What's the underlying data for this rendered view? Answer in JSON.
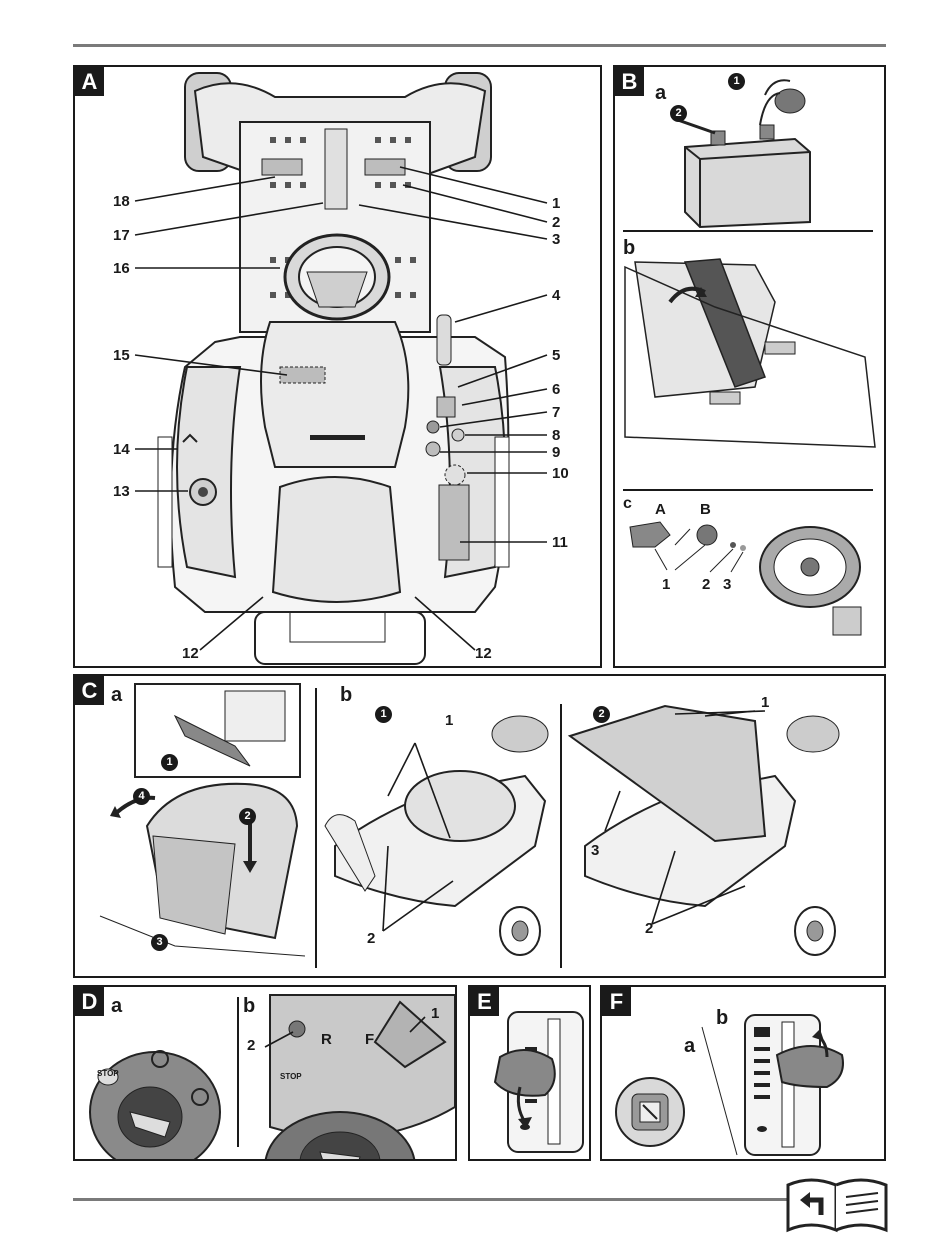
{
  "panels": {
    "A": {
      "label": "A",
      "callouts_left": [
        "18",
        "17",
        "16",
        "15",
        "14",
        "13",
        "12"
      ],
      "callouts_right": [
        "1",
        "2",
        "3",
        "4",
        "5",
        "6",
        "7",
        "8",
        "9",
        "10",
        "11",
        "12"
      ]
    },
    "B": {
      "label": "B",
      "sub_a": "a",
      "sub_b": "b",
      "sub_c": "c",
      "a_markers": [
        "1",
        "2"
      ],
      "c_parts": [
        "A",
        "B"
      ],
      "c_callouts": [
        "1",
        "2",
        "3"
      ]
    },
    "C": {
      "label": "C",
      "sub_a": "a",
      "sub_b": "b",
      "a_markers": [
        "1",
        "2",
        "3",
        "4"
      ],
      "b_step1": "1",
      "b_step2": "2",
      "b1_callouts": [
        "1",
        "2"
      ],
      "b2_callouts": [
        "1",
        "2",
        "3"
      ]
    },
    "D": {
      "label": "D",
      "sub_a": "a",
      "sub_b": "b",
      "stop_label": "STOP",
      "r_label": "R",
      "f_label": "F",
      "callouts": [
        "1",
        "2"
      ]
    },
    "E": {
      "label": "E"
    },
    "F": {
      "label": "F",
      "sub_a": "a",
      "sub_b": "b"
    }
  }
}
